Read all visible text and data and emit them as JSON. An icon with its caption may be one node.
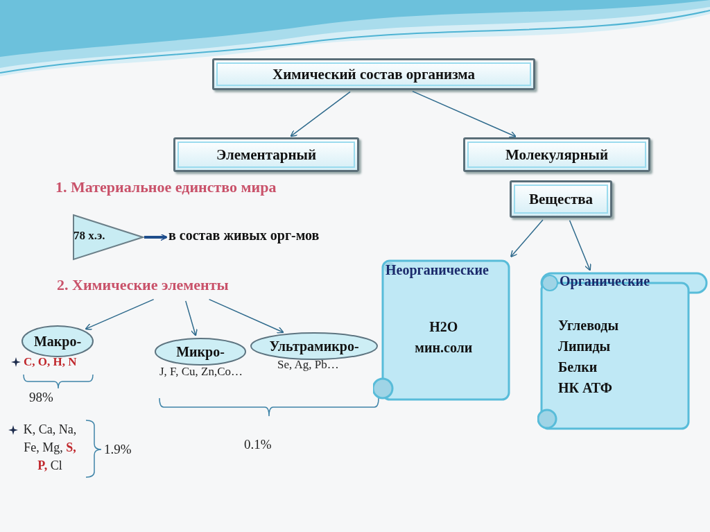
{
  "diagram": {
    "nodes": [
      {
        "text": [
          "Химический состав организма"
        ]
      },
      {
        "text": [
          "Элементарный"
        ]
      },
      {
        "text": [
          "Молекулярный"
        ]
      },
      {
        "text": [
          "Вещества"
        ]
      },
      {
        "text": [
          "Неорганические",
          "H2O мин.соли"
        ]
      },
      {
        "text": [
          "Органические",
          "Углеводы Липиды Белки НК АТФ"
        ]
      },
      {
        "text": [
          "78 х.э."
        ]
      },
      {
        "text": [
          "в состав живых орг-мов"
        ]
      },
      {
        "text": [
          "2. Химические элементы"
        ]
      },
      {
        "text": [
          "Макро-"
        ]
      },
      {
        "text": [
          "Микро-"
        ]
      },
      {
        "text": [
          "Ультрамикро-"
        ]
      }
    ],
    "edges": [
      {
        "from": 0,
        "to": 1,
        "arrow": "to"
      },
      {
        "from": 0,
        "to": 2,
        "arrow": "to"
      },
      {
        "from": 3,
        "to": 4,
        "arrow": "to"
      },
      {
        "from": 3,
        "to": 5,
        "arrow": "to"
      },
      {
        "from": 6,
        "to": 7,
        "arrow": "to",
        "style": "thick",
        "color": "#1f4e8c"
      },
      {
        "from": 8,
        "to": 9,
        "arrow": "to"
      },
      {
        "from": 8,
        "to": 10,
        "arrow": "to"
      },
      {
        "from": 8,
        "to": 11,
        "arrow": "to"
      }
    ],
    "labels": [
      "1. Материальное единство мира",
      "C, O, H, N",
      "98%",
      "J, F, Cu, Zn,Co…",
      "Se, Ag, Pb…",
      "0.1%",
      "K, Ca, Na, Fe, Mg, **S, P,** Cl",
      "1.9%"
    ]
  }
}
